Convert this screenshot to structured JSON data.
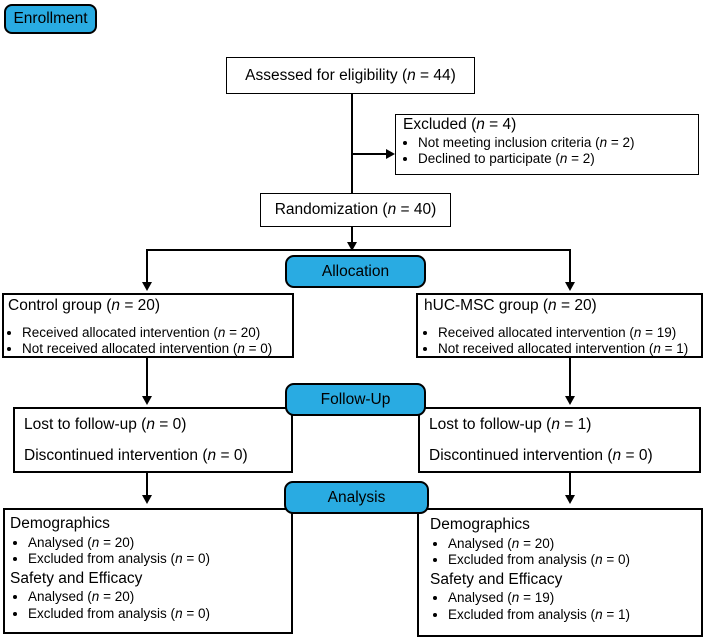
{
  "colors": {
    "badge_fill": "#29ABE2",
    "badge_text": "#000000",
    "line": "#000000",
    "box_background": "#FFFFFF"
  },
  "badges": {
    "enrollment": "Enrollment",
    "allocation": "Allocation",
    "follow_up": "Follow-Up",
    "analysis": "Analysis"
  },
  "flow": {
    "assessed": "Assessed for eligibility (n = 44)",
    "excluded": {
      "title": "Excluded (n = 4)",
      "bullets": [
        "Not meeting inclusion criteria (n = 2)",
        "Declined to participate (n = 2)"
      ]
    },
    "randomization": "Randomization (n = 40)",
    "allocation_left": {
      "title": "Control group (n = 20)",
      "bullets": [
        "Received allocated intervention (n = 20)",
        "Not received allocated intervention (n = 0)"
      ]
    },
    "allocation_right": {
      "title": "hUC-MSC group (n = 20)",
      "bullets": [
        "Received allocated intervention (n = 19)",
        "Not received allocated intervention (n = 1)"
      ]
    },
    "followup_left": {
      "lines": [
        "Lost to follow-up (n = 0)",
        "Discontinued intervention (n = 0)"
      ]
    },
    "followup_right": {
      "lines": [
        "Lost to follow-up (n = 1)",
        "Discontinued intervention (n = 0)"
      ]
    },
    "analysis_left": {
      "sections": [
        {
          "title": "Demographics",
          "bullets": [
            "Analysed (n = 20)",
            "Excluded from analysis (n = 0)"
          ]
        },
        {
          "title": "Safety and Efficacy",
          "bullets": [
            "Analysed (n = 20)",
            "Excluded from analysis (n = 0)"
          ]
        }
      ]
    },
    "analysis_right": {
      "sections": [
        {
          "title": "Demographics",
          "bullets": [
            "Analysed (n = 20)",
            "Excluded from analysis (n = 0)"
          ]
        },
        {
          "title": "Safety and Efficacy",
          "bullets": [
            "Analysed (n = 19)",
            "Excluded from analysis (n = 1)"
          ]
        }
      ]
    }
  }
}
